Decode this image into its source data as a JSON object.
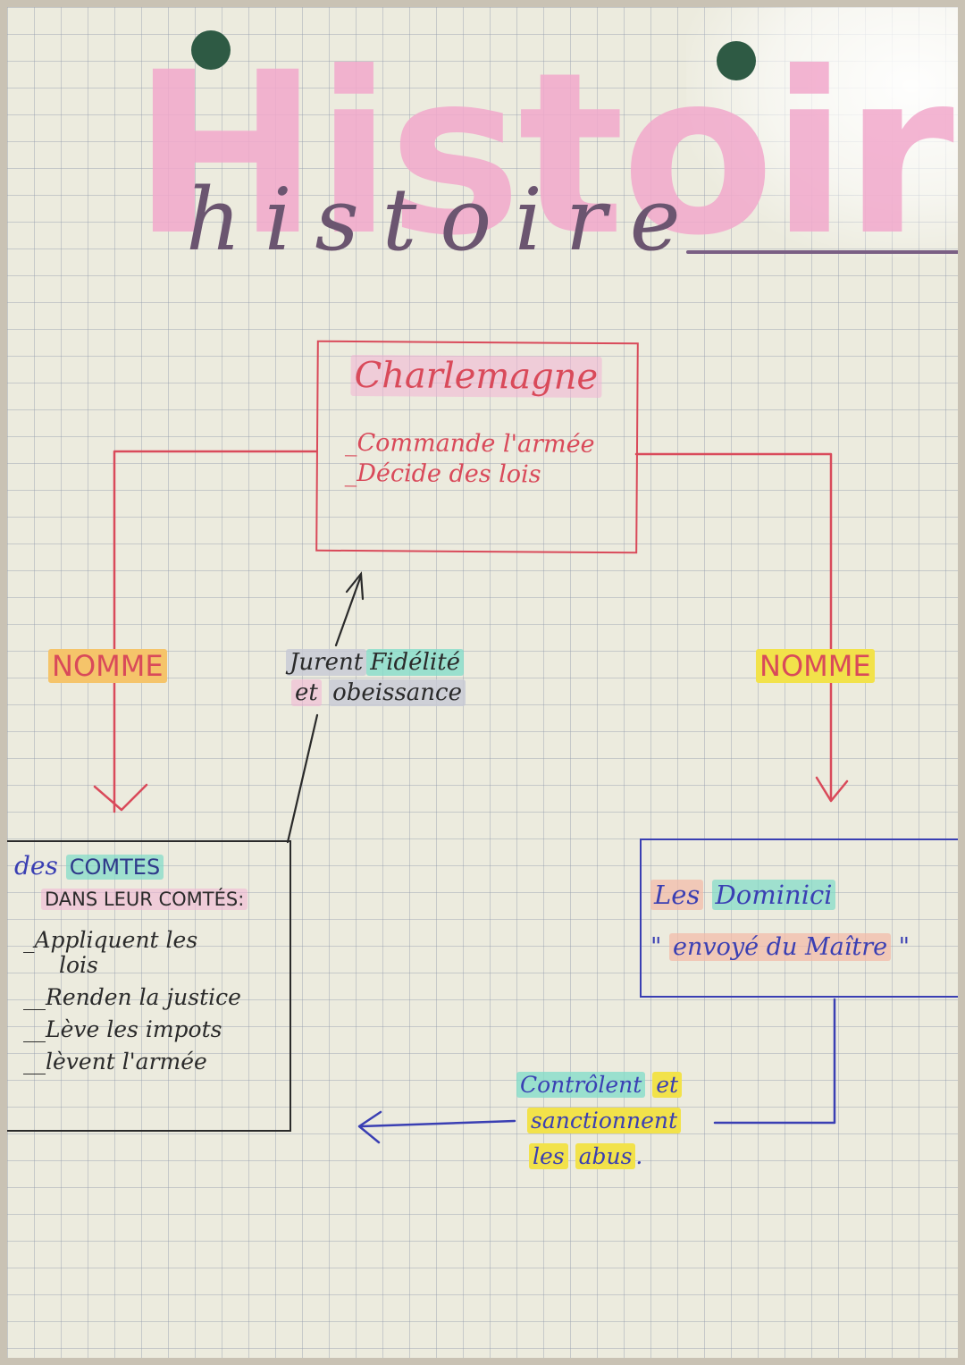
{
  "title": {
    "headline": "Histoire",
    "script": "histoire"
  },
  "charlemagne": {
    "name": "Charlemagne",
    "items": [
      "_Commande l'armée",
      "_Décide des lois"
    ]
  },
  "left_link": {
    "label": "NOMME"
  },
  "right_link": {
    "label": "NOMME"
  },
  "fidelity": {
    "line1": "Jurent",
    "line1b": "Fidélité",
    "line2": "et",
    "line2b": "obeissance"
  },
  "comtes": {
    "prefix": "des",
    "name": "COMTES",
    "subtitle": "DANS LEUR COMTÉS:",
    "items": [
      "_Appliquent les",
      "lois",
      "__Renden la justice",
      "__Lève les impots",
      "__lèvent l'armée"
    ]
  },
  "dominici": {
    "prefix": "Les",
    "name": "Dominici",
    "quote_open": "\"",
    "quote_text": "envoyé du Maître",
    "quote_close": "\""
  },
  "control": {
    "line1a": "Contrôlent",
    "line1b": "et",
    "line2": "sanctionnent",
    "line3a": "les",
    "line3b": "abus",
    "line3c": "."
  },
  "colors": {
    "red_ink": "#d94a5a",
    "blue_ink": "#3a3fb3",
    "black_ink": "#2a2a2a",
    "pink_hl": "#f3b3d3",
    "yellow_hl": "#f2e24a",
    "orange_hl": "#f5c46a",
    "teal_hl": "#7fdcc8",
    "grey_hl": "#c7c9d4",
    "salmon_hl": "#f4b9a6"
  }
}
